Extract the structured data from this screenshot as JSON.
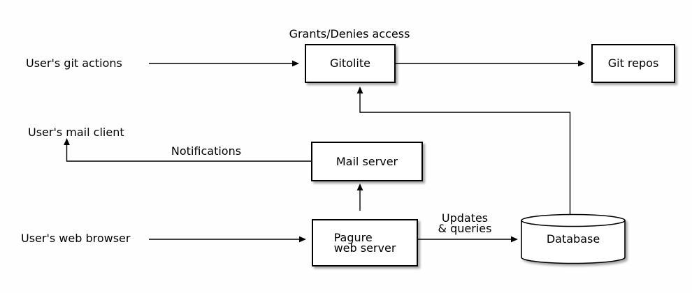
{
  "nodes": {
    "gitolite": "Gitolite",
    "git_repos": "Git repos",
    "mail_server": "Mail server",
    "pagure": {
      "line1": "Pagure",
      "line2": "web server"
    },
    "database": "Database"
  },
  "labels": {
    "grants_denies": "Grants/Denies access",
    "git_actions": "User's git actions",
    "mail_client": "User's mail client",
    "notifications": "Notifications",
    "web_browser": "User's web browser",
    "updates": {
      "line1": "Updates",
      "line2": "& queries"
    }
  },
  "colors": {
    "background": "#fefefe",
    "line": "#000000",
    "text": "#000000",
    "node_fill": "#ffffff",
    "node_border": "#000000"
  }
}
